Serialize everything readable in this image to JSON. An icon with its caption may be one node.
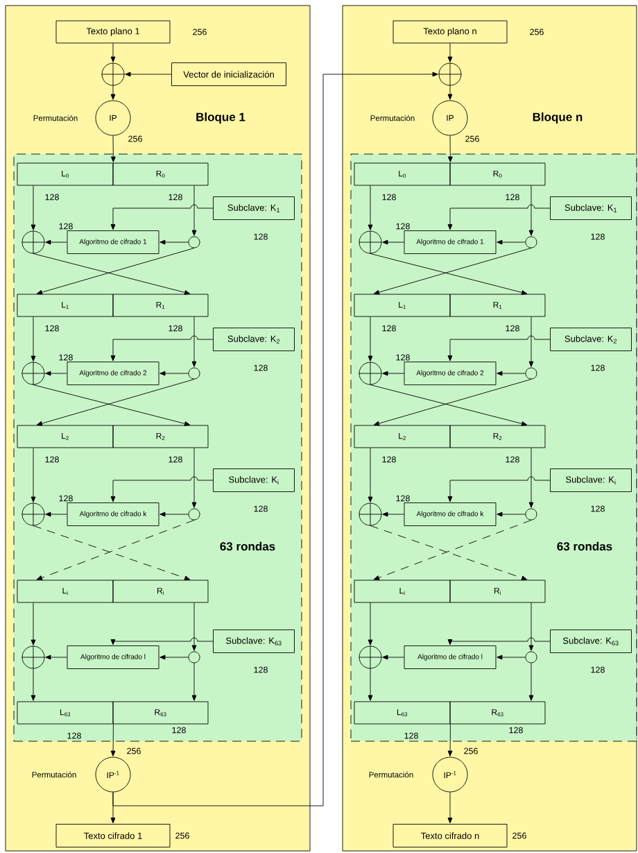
{
  "diagram": {
    "nodes": [
      {
        "text": [
          "Bloque 1"
        ]
      },
      {
        "text": [
          "63 rondas"
        ],
        "in": 0
      },
      {
        "text": [
          "Texto plano 1"
        ],
        "in": 0,
        "beside": [
          "256"
        ]
      },
      {
        "text": [],
        "shape": "circle",
        "in": 0
      },
      {
        "text": [
          "Vector de inicialización"
        ],
        "in": 0
      },
      {
        "text": [
          "IP"
        ],
        "in": 0,
        "beside": [
          "Permutación",
          "256"
        ]
      },
      {
        "text": [
          "L$_{0}$"
        ],
        "in": 1,
        "beside": [
          "128"
        ]
      },
      {
        "text": [
          "R$_{0}$"
        ],
        "in": 1,
        "beside": [
          "128"
        ]
      },
      {
        "text": [
          "Subclave: K$_{1}$"
        ],
        "in": 1,
        "beside": [
          "128"
        ]
      },
      {
        "text": [],
        "shape": "circle",
        "in": 1
      },
      {
        "text": [
          "Algoritmo de cifrado 1"
        ],
        "in": 1,
        "beside": [
          "128"
        ]
      },
      {
        "text": [],
        "shape": "circle",
        "in": 1
      },
      {
        "text": [
          "L$_{1}$"
        ],
        "in": 1,
        "beside": [
          "128"
        ]
      },
      {
        "text": [
          "R$_{1}$"
        ],
        "in": 1,
        "beside": [
          "128"
        ]
      },
      {
        "text": [
          "Subclave: K$_{2}$"
        ],
        "in": 1,
        "beside": [
          "128"
        ]
      },
      {
        "text": [],
        "shape": "circle",
        "in": 1
      },
      {
        "text": [
          "Algoritmo de cifrado 2"
        ],
        "in": 1,
        "beside": [
          "128"
        ]
      },
      {
        "text": [],
        "shape": "circle",
        "in": 1
      },
      {
        "text": [
          "L$_{2}$"
        ],
        "in": 1,
        "beside": [
          "128"
        ]
      },
      {
        "text": [
          "R$_{2}$"
        ],
        "in": 1,
        "beside": [
          "128"
        ]
      },
      {
        "text": [
          "Subclave: K$_{i}$"
        ],
        "in": 1,
        "beside": [
          "128"
        ]
      },
      {
        "text": [],
        "shape": "circle",
        "in": 1
      },
      {
        "text": [
          "Algoritmo de cifrado k"
        ],
        "in": 1,
        "beside": [
          "128"
        ]
      },
      {
        "text": [],
        "shape": "circle",
        "in": 1
      },
      {
        "text": [
          "L$_{i}$"
        ],
        "in": 1
      },
      {
        "text": [
          "R$_{i}$"
        ],
        "in": 1
      },
      {
        "text": [
          "Subclave: K$_{63}$"
        ],
        "in": 1,
        "beside": [
          "128"
        ]
      },
      {
        "text": [],
        "shape": "circle",
        "in": 1
      },
      {
        "text": [
          "Algoritmo de cifrado l"
        ],
        "in": 1
      },
      {
        "text": [],
        "shape": "circle",
        "in": 1
      },
      {
        "text": [
          "L$_{63}$"
        ],
        "in": 1,
        "beside": [
          "128"
        ]
      },
      {
        "text": [
          "R$_{63}$"
        ],
        "in": 1,
        "beside": [
          "128"
        ]
      },
      {
        "text": [
          "IP$^{-1}$"
        ],
        "in": 0,
        "beside": [
          "256",
          "Permutación"
        ]
      },
      {
        "text": [
          "Texto cifrado 1"
        ],
        "in": 0,
        "beside": [
          "256"
        ]
      },
      {
        "text": [
          "Bloque n"
        ]
      },
      {
        "text": [
          "63 rondas"
        ],
        "in": 34
      },
      {
        "text": [
          "Texto plano n"
        ],
        "in": 34,
        "beside": [
          "256"
        ]
      },
      {
        "text": [],
        "shape": "circle",
        "in": 34
      },
      {
        "text": [
          "IP"
        ],
        "in": 34,
        "beside": [
          "Permutación",
          "256"
        ]
      },
      {
        "text": [
          "L$_{0}$"
        ],
        "in": 35,
        "beside": [
          "128"
        ]
      },
      {
        "text": [
          "R$_{0}$"
        ],
        "in": 35,
        "beside": [
          "128"
        ]
      },
      {
        "text": [
          "Subclave: K$_{1}$"
        ],
        "in": 35,
        "beside": [
          "128"
        ]
      },
      {
        "text": [],
        "shape": "circle",
        "in": 35
      },
      {
        "text": [
          "Algoritmo de cifrado 1"
        ],
        "in": 35,
        "beside": [
          "128"
        ]
      },
      {
        "text": [],
        "shape": "circle",
        "in": 35
      },
      {
        "text": [
          "L$_{1}$"
        ],
        "in": 35,
        "beside": [
          "128"
        ]
      },
      {
        "text": [
          "R$_{1}$"
        ],
        "in": 35,
        "beside": [
          "128"
        ]
      },
      {
        "text": [
          "Subclave: K$_{2}$"
        ],
        "in": 35,
        "beside": [
          "128"
        ]
      },
      {
        "text": [],
        "shape": "circle",
        "in": 35
      },
      {
        "text": [
          "Algoritmo de cifrado 2"
        ],
        "in": 35,
        "beside": [
          "128"
        ]
      },
      {
        "text": [],
        "shape": "circle",
        "in": 35
      },
      {
        "text": [
          "L$_{2}$"
        ],
        "in": 35,
        "beside": [
          "128"
        ]
      },
      {
        "text": [
          "R$_{2}$"
        ],
        "in": 35,
        "beside": [
          "128"
        ]
      },
      {
        "text": [
          "Subclave: K$_{i}$"
        ],
        "in": 35,
        "beside": [
          "128"
        ]
      },
      {
        "text": [],
        "shape": "circle",
        "in": 35
      },
      {
        "text": [
          "Algoritmo de cifrado k"
        ],
        "in": 35,
        "beside": [
          "128"
        ]
      },
      {
        "text": [],
        "shape": "circle",
        "in": 35
      },
      {
        "text": [
          "L$_{i}$"
        ],
        "in": 35
      },
      {
        "text": [
          "R$_{i}$"
        ],
        "in": 35
      },
      {
        "text": [
          "Subclave: K$_{63}$"
        ],
        "in": 35,
        "beside": [
          "128"
        ]
      },
      {
        "text": [],
        "shape": "circle",
        "in": 35
      },
      {
        "text": [
          "Algoritmo de cifrado l"
        ],
        "in": 35
      },
      {
        "text": [],
        "shape": "circle",
        "in": 35
      },
      {
        "text": [
          "L$_{63}$"
        ],
        "in": 35,
        "beside": [
          "128"
        ]
      },
      {
        "text": [
          "R$_{63}$"
        ],
        "in": 35,
        "beside": [
          "128"
        ]
      },
      {
        "text": [
          "IP$^{-1}$"
        ],
        "in": 34,
        "beside": [
          "256",
          "Permutación"
        ]
      },
      {
        "text": [
          "Texto cifrado n"
        ],
        "in": 34,
        "beside": [
          "256"
        ]
      }
    ],
    "edges": [
      {
        "from": 2,
        "to": 3,
        "arrow": "to"
      },
      {
        "from": 4,
        "to": 3,
        "arrow": "to"
      },
      {
        "from": 3,
        "to": 5,
        "arrow": "to"
      },
      {
        "from": 5,
        "to": 6,
        "arrow": "to"
      },
      {
        "from": 6,
        "to": 9,
        "arrow": "to"
      },
      {
        "from": 7,
        "to": 11,
        "arrow": "to"
      },
      {
        "from": 11,
        "to": 10,
        "arrow": "to"
      },
      {
        "from": 10,
        "to": 9,
        "arrow": "to"
      },
      {
        "from": 8,
        "to": 10,
        "arrow": "to"
      },
      {
        "from": 9,
        "to": 13,
        "arrow": "to"
      },
      {
        "from": 11,
        "to": 12,
        "arrow": "to"
      },
      {
        "from": 12,
        "to": 15,
        "arrow": "to"
      },
      {
        "from": 13,
        "to": 17,
        "arrow": "to"
      },
      {
        "from": 17,
        "to": 16,
        "arrow": "to"
      },
      {
        "from": 16,
        "to": 15,
        "arrow": "to"
      },
      {
        "from": 14,
        "to": 16,
        "arrow": "to"
      },
      {
        "from": 15,
        "to": 19,
        "arrow": "to"
      },
      {
        "from": 17,
        "to": 18,
        "arrow": "to"
      },
      {
        "from": 18,
        "to": 21,
        "arrow": "to"
      },
      {
        "from": 19,
        "to": 23,
        "arrow": "to"
      },
      {
        "from": 23,
        "to": 22,
        "arrow": "to"
      },
      {
        "from": 22,
        "to": 21,
        "arrow": "to"
      },
      {
        "from": 20,
        "to": 22,
        "arrow": "to"
      },
      {
        "from": 21,
        "to": 25,
        "arrow": "to",
        "style": "dashed"
      },
      {
        "from": 23,
        "to": 24,
        "arrow": "to",
        "style": "dashed"
      },
      {
        "from": 24,
        "to": 27,
        "arrow": "to"
      },
      {
        "from": 25,
        "to": 29,
        "arrow": "to"
      },
      {
        "from": 29,
        "to": 28,
        "arrow": "to"
      },
      {
        "from": 28,
        "to": 27,
        "arrow": "to"
      },
      {
        "from": 26,
        "to": 28,
        "arrow": "to"
      },
      {
        "from": 27,
        "to": 30,
        "arrow": "to"
      },
      {
        "from": 29,
        "to": 31,
        "arrow": "to"
      },
      {
        "from": 30,
        "to": 32,
        "arrow": "to"
      },
      {
        "from": 32,
        "to": 33,
        "arrow": "to"
      },
      {
        "from": 32,
        "to": 37,
        "arrow": "to"
      },
      {
        "from": 36,
        "to": 37,
        "arrow": "to"
      },
      {
        "from": 37,
        "to": 38,
        "arrow": "to"
      },
      {
        "from": 38,
        "to": 39,
        "arrow": "to"
      },
      {
        "from": 39,
        "to": 42,
        "arrow": "to"
      },
      {
        "from": 40,
        "to": 44,
        "arrow": "to"
      },
      {
        "from": 44,
        "to": 43,
        "arrow": "to"
      },
      {
        "from": 43,
        "to": 42,
        "arrow": "to"
      },
      {
        "from": 41,
        "to": 43,
        "arrow": "to"
      },
      {
        "from": 42,
        "to": 46,
        "arrow": "to"
      },
      {
        "from": 44,
        "to": 45,
        "arrow": "to"
      },
      {
        "from": 45,
        "to": 48,
        "arrow": "to"
      },
      {
        "from": 46,
        "to": 50,
        "arrow": "to"
      },
      {
        "from": 50,
        "to": 49,
        "arrow": "to"
      },
      {
        "from": 49,
        "to": 48,
        "arrow": "to"
      },
      {
        "from": 47,
        "to": 49,
        "arrow": "to"
      },
      {
        "from": 48,
        "to": 52,
        "arrow": "to"
      },
      {
        "from": 50,
        "to": 51,
        "arrow": "to"
      },
      {
        "from": 51,
        "to": 54,
        "arrow": "to"
      },
      {
        "from": 52,
        "to": 56,
        "arrow": "to"
      },
      {
        "from": 56,
        "to": 55,
        "arrow": "to"
      },
      {
        "from": 55,
        "to": 54,
        "arrow": "to"
      },
      {
        "from": 53,
        "to": 55,
        "arrow": "to"
      },
      {
        "from": 54,
        "to": 58,
        "arrow": "to",
        "style": "dashed"
      },
      {
        "from": 56,
        "to": 57,
        "arrow": "to",
        "style": "dashed"
      },
      {
        "from": 57,
        "to": 60,
        "arrow": "to"
      },
      {
        "from": 58,
        "to": 62,
        "arrow": "to"
      },
      {
        "from": 62,
        "to": 61,
        "arrow": "to"
      },
      {
        "from": 61,
        "to": 60,
        "arrow": "to"
      },
      {
        "from": 59,
        "to": 61,
        "arrow": "to"
      },
      {
        "from": 60,
        "to": 63,
        "arrow": "to"
      },
      {
        "from": 62,
        "to": 64,
        "arrow": "to"
      },
      {
        "from": 63,
        "to": 65,
        "arrow": "to"
      },
      {
        "from": 65,
        "to": 66,
        "arrow": "to"
      }
    ]
  }
}
